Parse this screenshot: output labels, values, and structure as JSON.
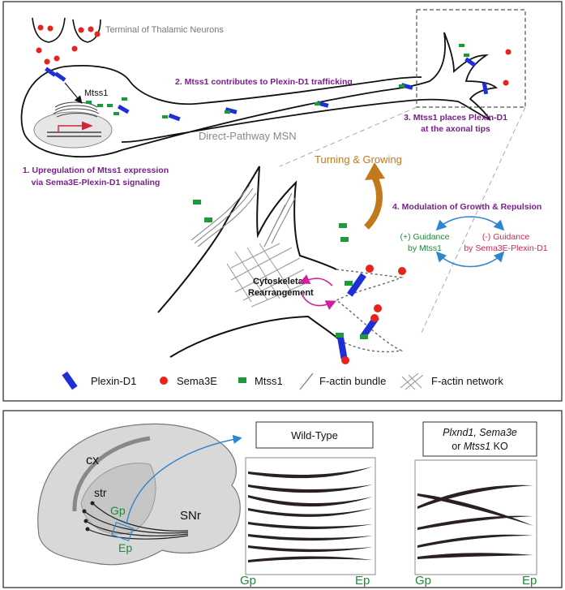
{
  "top_panel": {
    "terminal_label": "Terminal of Thalamic Neurons",
    "mtss1_label": "Mtss1",
    "msn_label": "Direct-Pathway MSN",
    "step1_line1": "1. Upregulation of Mtss1 expression",
    "step1_line2": "via Sema3E-Plexin-D1 signaling",
    "step2": "2. Mtss1 contributes to Plexin-D1 trafficking",
    "step3_line1": "3. Mtss1 places Plexin-D1",
    "step3_line2": "at the axonal tips",
    "turning": "Turning & Growing",
    "step4": "4. Modulation of Growth & Repulsion",
    "pos_guidance_line1": "(+) Guidance",
    "pos_guidance_line2": "by Mtss1",
    "neg_guidance_line1": "(-) Guidance",
    "neg_guidance_line2": "by Sema3E-Plexin-D1",
    "cyto_line1": "Cytoskeletal",
    "cyto_line2": "Rearrangement"
  },
  "legend": {
    "plexin": "Plexin-D1",
    "sema3e": "Sema3E",
    "mtss1": "Mtss1",
    "factin_bundle": "F-actin bundle",
    "factin_network": "F-actin network"
  },
  "bottom_panel": {
    "cx": "cx",
    "str": "str",
    "gp": "Gp",
    "ep": "Ep",
    "snr": "SNr",
    "wild_type": "Wild-Type",
    "ko_line1": "Plxnd1, Sema3e",
    "ko_line2_pre": "or ",
    "ko_line2_italic": "Mtss1",
    "ko_line2_post": " KO",
    "wt_gp": "Gp",
    "wt_ep": "Ep",
    "ko_gp": "Gp",
    "ko_ep": "Ep"
  },
  "colors": {
    "plexin": "#1f2fd6",
    "sema3e": "#e8231b",
    "mtss1": "#1e9a3a",
    "purple_text": "#7a1f8c",
    "orange": "#c2791c",
    "green_text": "#1e8a3a",
    "red_text": "#d0245a",
    "blue_arrow": "#2e86d0",
    "magenta": "#d0209a"
  }
}
